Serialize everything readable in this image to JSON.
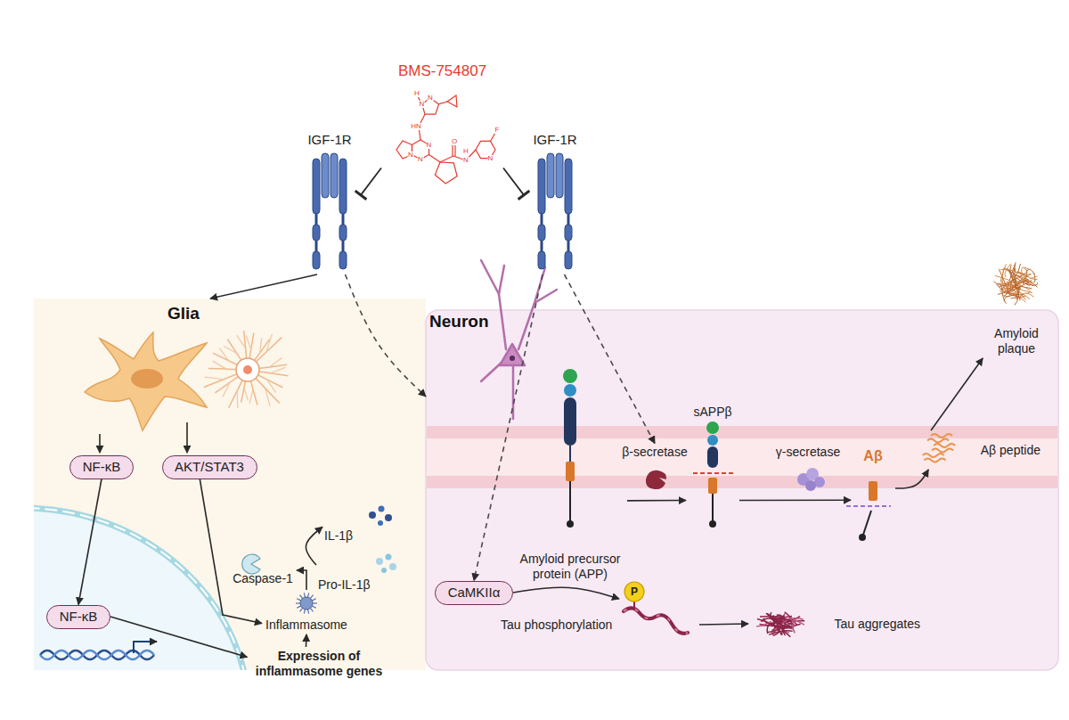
{
  "diagram": {
    "nodes": [
      {
        "text": [
          "BMS-754807"
        ]
      },
      {
        "text": [
          "IGF-1R"
        ]
      },
      {
        "text": [
          "IGF-1R"
        ]
      },
      {
        "text": [
          "Glia"
        ]
      },
      {
        "text": [
          "Neuron"
        ]
      },
      {
        "text": [
          "NF-κB"
        ],
        "in": 3
      },
      {
        "text": [
          "AKT/STAT3"
        ],
        "in": 3
      },
      {
        "text": [
          "IL-1β"
        ],
        "in": 3
      },
      {
        "text": [
          "Caspase-1"
        ],
        "in": 3
      },
      {
        "text": [
          "Pro-IL-1β"
        ],
        "in": 3
      },
      {
        "text": [
          "Inflammasome"
        ],
        "in": 3
      },
      {
        "text": [
          "NF-κB"
        ],
        "in": 3
      },
      {
        "text": [
          "Expression of inflammasome genes"
        ],
        "in": 3
      },
      {
        "text": [
          "Amyloid plaque"
        ]
      },
      {
        "text": [
          "sAPPβ"
        ],
        "in": 4
      },
      {
        "text": [
          "Aβ peptide"
        ],
        "in": 4
      },
      {
        "text": [
          "β-secretase"
        ],
        "in": 4
      },
      {
        "text": [
          "γ-secretase"
        ],
        "in": 4
      },
      {
        "text": [
          "Aβ"
        ],
        "in": 4
      },
      {
        "text": [
          "Amyloid precursor protein (APP)"
        ],
        "in": 4
      },
      {
        "text": [
          "CaMKIIα"
        ],
        "in": 4
      },
      {
        "text": [
          "Tau phosphorylation"
        ],
        "in": 4
      },
      {
        "text": [
          "Tau aggregates"
        ],
        "in": 4
      }
    ],
    "edges": [
      {
        "from": 0,
        "to": 1,
        "arrow": "to"
      },
      {
        "from": 0,
        "to": 2,
        "arrow": "to"
      },
      {
        "from": 1,
        "to": 3,
        "arrow": "to"
      },
      {
        "from": 1,
        "to": 4,
        "arrow": "to"
      },
      {
        "from": 2,
        "to": 16,
        "arrow": "to"
      },
      {
        "from": 2,
        "to": 20,
        "arrow": "to"
      },
      {
        "from": 5,
        "to": 11,
        "arrow": "to"
      },
      {
        "from": 11,
        "to": 12,
        "arrow": "to"
      },
      {
        "from": 6,
        "to": 10,
        "arrow": "to"
      },
      {
        "from": 12,
        "to": 10,
        "arrow": "to"
      },
      {
        "from": 10,
        "to": 8,
        "arrow": "to"
      },
      {
        "from": 9,
        "to": 7,
        "arrow": "to"
      },
      {
        "from": 19,
        "to": 14,
        "arrow": "to"
      },
      {
        "from": 14,
        "to": 18,
        "arrow": "to"
      },
      {
        "from": 18,
        "to": 15,
        "arrow": "to"
      },
      {
        "from": 15,
        "to": 13,
        "arrow": "to"
      },
      {
        "from": 20,
        "to": 21,
        "arrow": "to"
      },
      {
        "from": 21,
        "to": 22,
        "arrow": "to"
      }
    ],
    "labels": [
      "H",
      "N",
      "N",
      "HN",
      "N",
      "N",
      "N",
      "O",
      "H",
      "N",
      "N",
      "F",
      "P"
    ]
  }
}
